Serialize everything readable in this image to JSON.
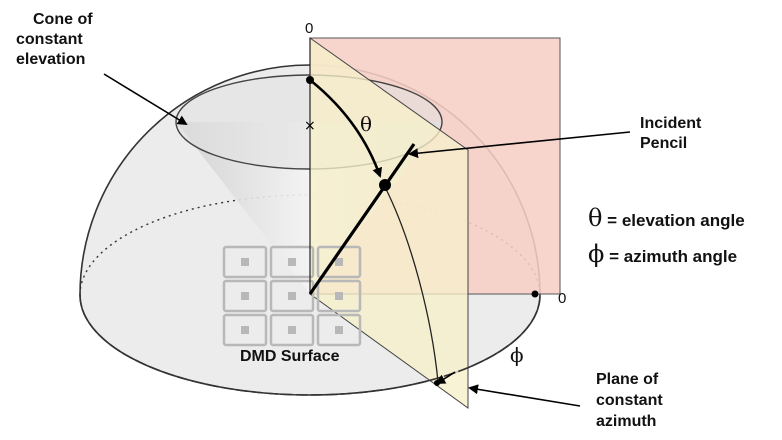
{
  "labels": {
    "cone": [
      "Cone of",
      "constant",
      "elevation"
    ],
    "incident": [
      "Incident",
      "Pencil"
    ],
    "plane": [
      "Plane of",
      "constant",
      "azimuth"
    ],
    "surface": "DMD Surface",
    "zero_top": "0",
    "zero_right": "0",
    "theta": "θ",
    "phi": "ϕ"
  },
  "legend": [
    {
      "symbol": "θ",
      "text": " = elevation angle"
    },
    {
      "symbol": "ϕ",
      "text": " = azimuth angle"
    }
  ],
  "colors": {
    "vertical_plane": "#f6cfc6",
    "azimuth_plane": "#f7efcb",
    "hemisphere": "#ececec",
    "dmd_grid": "#b8b8b8"
  }
}
